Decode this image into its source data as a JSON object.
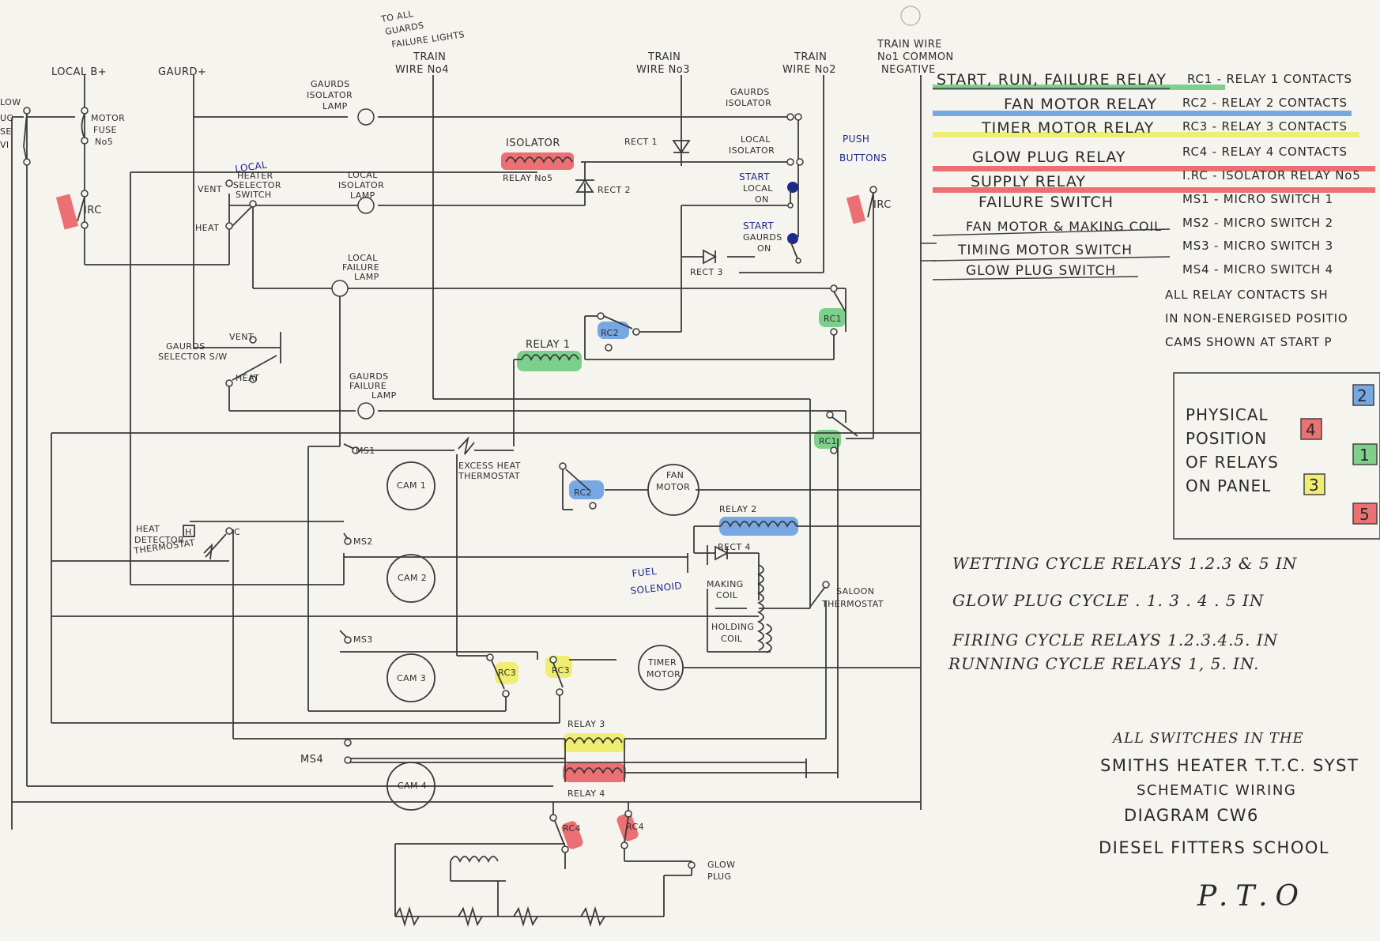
{
  "colors": {
    "red": "#e8454a",
    "green": "#55c46a",
    "blue": "#4d8fe0",
    "yellow": "#ecec4a",
    "navy": "#1d2a8a"
  },
  "top": {
    "local_b": "LOCAL B+",
    "gaurd": "GAURD+",
    "to_all_1": "TO ALL",
    "to_all_2": "GUARDS",
    "to_all_3": "FAILURE LIGHTS",
    "tw4_1": "TRAIN",
    "tw4_2": "WIRE No4",
    "tw3_1": "TRAIN",
    "tw3_2": "WIRE No3",
    "tw2_1": "TRAIN",
    "tw2_2": "WIRE No2",
    "tw1_1": "TRAIN WIRE",
    "tw1_2": "No1 COMMON",
    "tw1_3": "NEGATIVE"
  },
  "left_edge": {
    "l1": "LOW",
    "l2": "UG",
    "l3": "SE",
    "l4": "VI"
  },
  "components": {
    "motor_fuse_1": "MOTOR",
    "motor_fuse_2": "FUSE",
    "motor_fuse_3": "No5",
    "irc_left": "IRC",
    "irc_right": "IRC",
    "local_word": "LOCAL",
    "heater_sel_1": "HEATER",
    "heater_sel_2": "SELECTOR",
    "heater_sel_3": "SWITCH",
    "vent": "VENT",
    "heat": "HEAT",
    "gaurds_iso_lamp_1": "GAURDS",
    "gaurds_iso_lamp_2": "ISOLATOR",
    "gaurds_iso_lamp_3": "LAMP",
    "local_iso_lamp_1": "LOCAL",
    "local_iso_lamp_2": "ISOLATOR",
    "local_iso_lamp_3": "LAMP",
    "local_fail_lamp_1": "LOCAL",
    "local_fail_lamp_2": "FAILURE",
    "local_fail_lamp_3": "LAMP",
    "gaurds_fail_lamp_1": "GAURDS",
    "gaurds_fail_lamp_2": "FAILURE",
    "gaurds_fail_lamp_3": "LAMP",
    "isolator": "ISOLATOR",
    "relay_no5": "RELAY No5",
    "rect1": "RECT 1",
    "rect2": "RECT 2",
    "rect3": "RECT 3",
    "rect4": "RECT 4",
    "gaurds_isolator_1": "GAURDS",
    "gaurds_isolator_2": "ISOLATOR",
    "local_isolator_1": "LOCAL",
    "local_isolator_2": "ISOLATOR",
    "push_1": "PUSH",
    "push_2": "BUTTONS",
    "start_local_1": "START",
    "start_local_2": "LOCAL",
    "start_local_3": "ON",
    "start_gaurds_1": "START",
    "start_gaurds_2": "GAURDS",
    "start_gaurds_3": "ON",
    "gaurds_sel_1": "GAURDS",
    "gaurds_sel_2": "SELECTOR S/W",
    "vent2": "VENT",
    "heat2": "HEAT",
    "relay1": "RELAY 1",
    "rc2_top": "RC2",
    "rc1_top": "RC1",
    "rc1_mid": "RC1",
    "ms1": "MS1",
    "cam1": "CAM 1",
    "excess_1": "EXCESS HEAT",
    "excess_2": "THERMOSTAT",
    "rc2_mid": "RC2",
    "fan_motor_1": "FAN",
    "fan_motor_2": "MOTOR",
    "relay2": "RELAY 2",
    "heat_det_1": "HEAT",
    "heat_det_2": "DETECTOR",
    "heat_det_3": "THERMOSTAT",
    "h": "H",
    "c": "C",
    "ms2": "MS2",
    "cam2": "CAM 2",
    "fuel_1": "FUEL",
    "fuel_2": "SOLENOID",
    "making_1": "MAKING",
    "making_2": "COIL",
    "holding_1": "HOLDING",
    "holding_2": "COIL",
    "saloon_1": "SALOON",
    "saloon_2": "THERMOSTAT",
    "ms3": "MS3",
    "cam3": "CAM 3",
    "rc3_a": "RC3",
    "rc3_b": "RC3",
    "timer_motor_1": "TIMER",
    "timer_motor_2": "MOTOR",
    "relay3": "RELAY 3",
    "ms4": "MS4",
    "cam4": "CAM 4",
    "relay4": "RELAY 4",
    "rc4_a": "RC4",
    "rc4_b": "RC4",
    "glow_plug_1": "GLOW",
    "glow_plug_2": "PLUG"
  },
  "legend": [
    {
      "label": "START, RUN, FAILURE RELAY",
      "code": "RC1 - RELAY 1 CONTACTS",
      "color": "#55c46a"
    },
    {
      "label": "FAN MOTOR RELAY",
      "code": "RC2 - RELAY 2 CONTACTS",
      "color": "#4d8fe0"
    },
    {
      "label": "TIMER MOTOR RELAY",
      "code": "RC3 - RELAY 3 CONTACTS",
      "color": "#ecec4a"
    },
    {
      "label": "GLOW PLUG RELAY",
      "code": "RC4 - RELAY 4 CONTACTS",
      "color": "#e8454a"
    },
    {
      "label": "SUPPLY RELAY",
      "code": "I.RC - ISOLATOR RELAY No5",
      "color": "#e8454a"
    },
    {
      "label": "FAILURE SWITCH",
      "code": "MS1 - MICRO SWITCH 1",
      "color": ""
    },
    {
      "label": "FAN MOTOR & MAKING COIL",
      "code": "MS2 - MICRO SWITCH 2",
      "color": ""
    },
    {
      "label": "TIMING MOTOR SWITCH",
      "code": "MS3 - MICRO SWITCH 3",
      "color": ""
    },
    {
      "label": "GLOW PLUG SWITCH",
      "code": "MS4 - MICRO SWITCH 4",
      "color": ""
    }
  ],
  "notes": {
    "n1": "ALL RELAY CONTACTS SH",
    "n2": "IN NON-ENERGISED POSITIO",
    "n3": "CAMS SHOWN AT START P"
  },
  "physical": {
    "l1": "PHYSICAL",
    "l2": "POSITION",
    "l3": "OF RELAYS",
    "l4": "ON PANEL",
    "boxes": [
      {
        "num": "2",
        "color": "#4d8fe0"
      },
      {
        "num": "4",
        "color": "#e8454a"
      },
      {
        "num": "1",
        "color": "#55c46a"
      },
      {
        "num": "3",
        "color": "#ecec4a"
      },
      {
        "num": "5",
        "color": "#e8454a"
      }
    ]
  },
  "cycles": {
    "c1": "WETTING CYCLE RELAYS 1.2.3 & 5 IN",
    "c2": "GLOW PLUG CYCLE . 1. 3 . 4 . 5 IN",
    "c3": "FIRING CYCLE RELAYS 1.2.3.4.5. IN",
    "c4": "RUNNING CYCLE RELAYS 1, 5. IN."
  },
  "footer": {
    "all_sw": "ALL SWITCHES IN THE",
    "t1": "SMITHS HEATER T.T.C. SYST",
    "t2": "SCHEMATIC WIRING",
    "t3": "DIAGRAM CW6",
    "t4": "DIESEL FITTERS SCHOOL",
    "pto": "P.T.O"
  }
}
